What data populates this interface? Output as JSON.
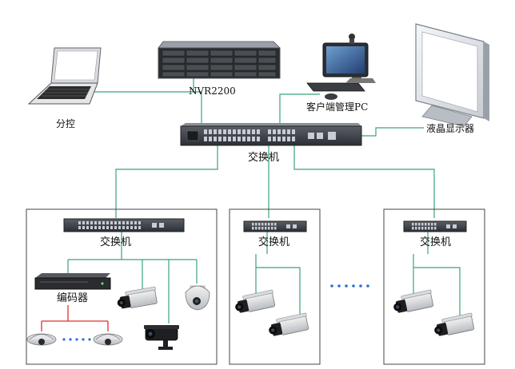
{
  "labels": {
    "laptop": "分控",
    "nvr": "NVR2200",
    "pc": "客户端管理PC",
    "monitor": "液晶显示器",
    "core_switch": "交换机",
    "group1_switch": "交换机",
    "group2_switch": "交换机",
    "group3_switch": "交换机",
    "encoder": "编码器"
  },
  "colors": {
    "link": "#3aa57a",
    "analog_link": "#e03030",
    "box_border": "#444444",
    "ellipsis": "#2a6fd6"
  },
  "icons": [
    "laptop-icon",
    "nvr-server-icon",
    "pc-icon",
    "lcd-monitor-icon",
    "network-switch-icon",
    "encoder-icon",
    "box-camera-icon",
    "dome-camera-icon",
    "bullet-camera-icon",
    "ceiling-camera-icon"
  ]
}
